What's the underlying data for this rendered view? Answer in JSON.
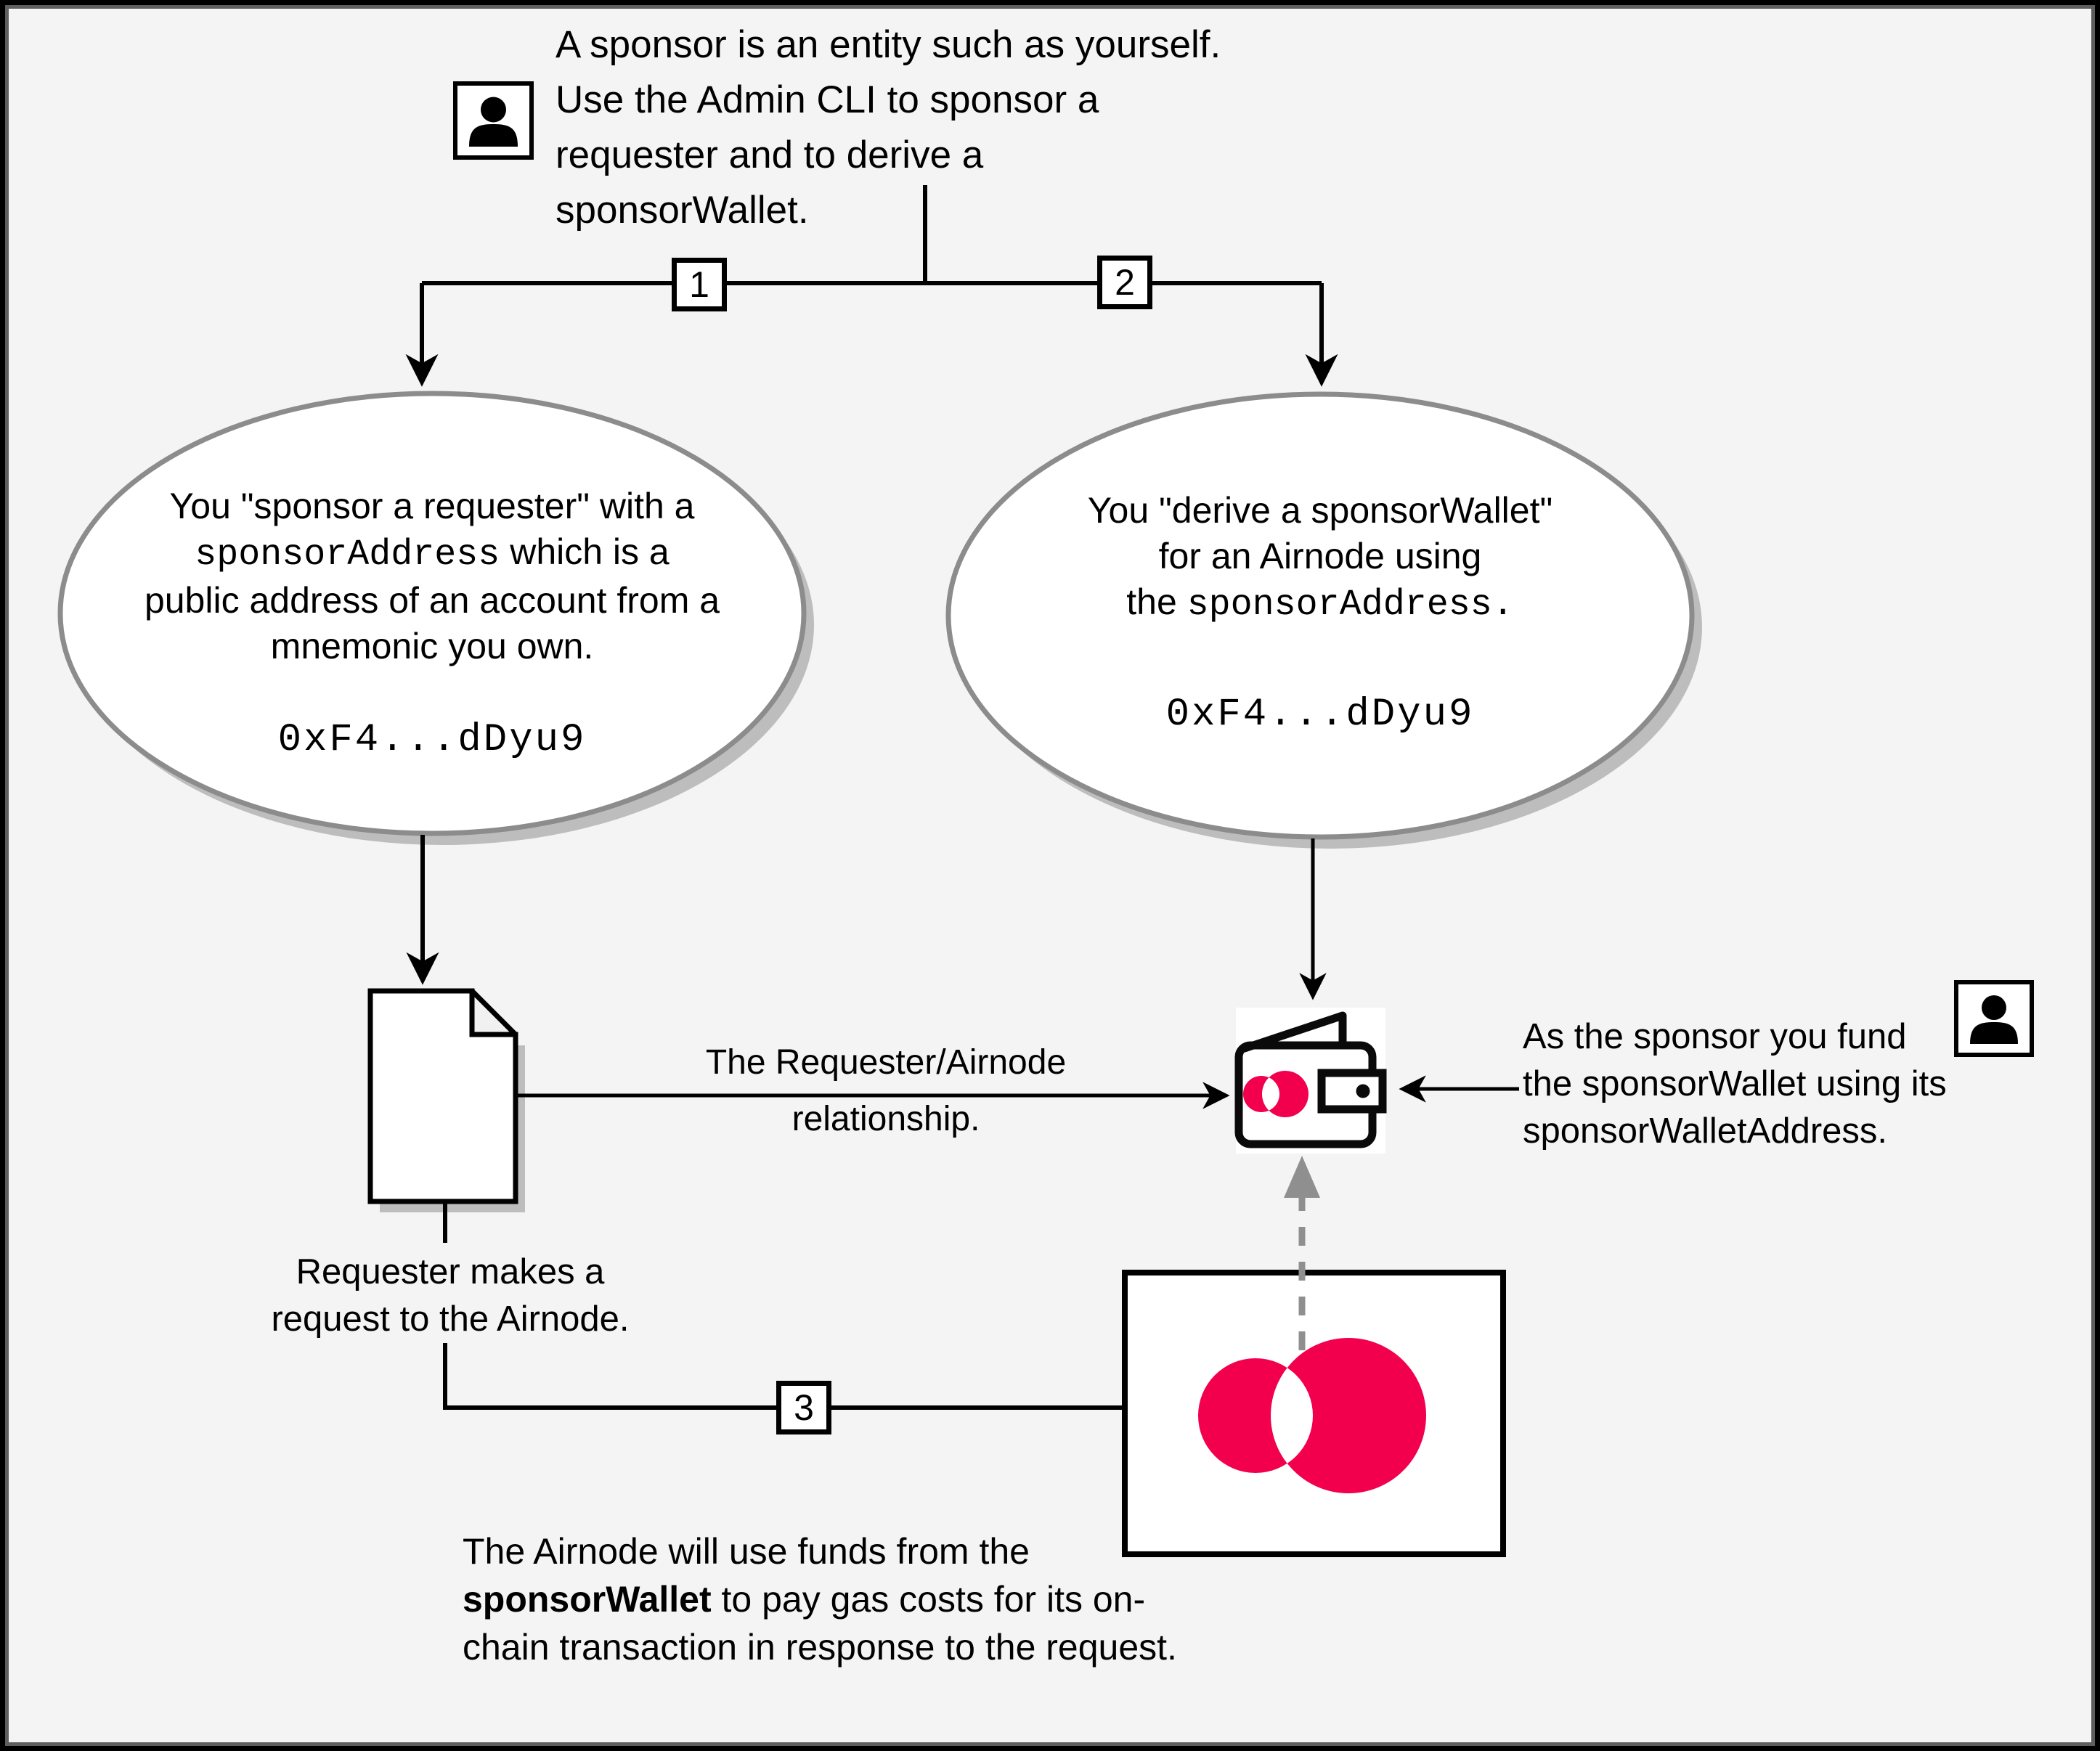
{
  "colors": {
    "background": "#f4f4f4",
    "outer_border": "#000000",
    "inner_border": "#5e5e5e",
    "accent_pink": "#F2004D",
    "ellipse_stroke": "#8c8c8c",
    "shadow_gray": "#bdbdbd",
    "dashed_arrow_gray": "#8f8f8f"
  },
  "icons": {
    "sponsor_top": "person-icon",
    "sponsor_right": "person-icon",
    "requester": "document-icon",
    "sponsor_wallet": "wallet-icon",
    "airnode": "airnode-logo-icon"
  },
  "intro_note": {
    "lines": [
      "A sponsor is an entity such as yourself.",
      "Use the Admin CLI to sponsor a",
      "requester and to derive a",
      "sponsorWallet."
    ]
  },
  "steps": [
    "1",
    "2",
    "3"
  ],
  "sponsor_requester_bubble": {
    "line1": "You \"sponsor a requester\" with a",
    "code": "sponsorAddress",
    "line2_rest": " which is a",
    "line3": "public address of an account from a",
    "line4": "mnemonic you own.",
    "address": "0xF4...dDyu9"
  },
  "derive_wallet_bubble": {
    "line1": "You \"derive a sponsorWallet\"",
    "line2": "for an Airnode using",
    "line3_prefix": "the ",
    "code": "sponsorAddress.",
    "address": "0xF4...dDyu9"
  },
  "relationship_label": {
    "line1": "The Requester/Airnode",
    "line2": "relationship."
  },
  "requester_label": {
    "line1": "Requester makes a",
    "line2": "request to the Airnode."
  },
  "fund_note": {
    "line1": "As the sponsor you fund",
    "line2": "the sponsorWallet using its",
    "line3": "sponsorWalletAddress."
  },
  "gas_note": {
    "line1": "The Airnode will use funds from the",
    "line2_bold": "sponsorWallet",
    "line2_rest": " to pay gas costs for its on-",
    "line3": "chain transaction in response to the request."
  }
}
